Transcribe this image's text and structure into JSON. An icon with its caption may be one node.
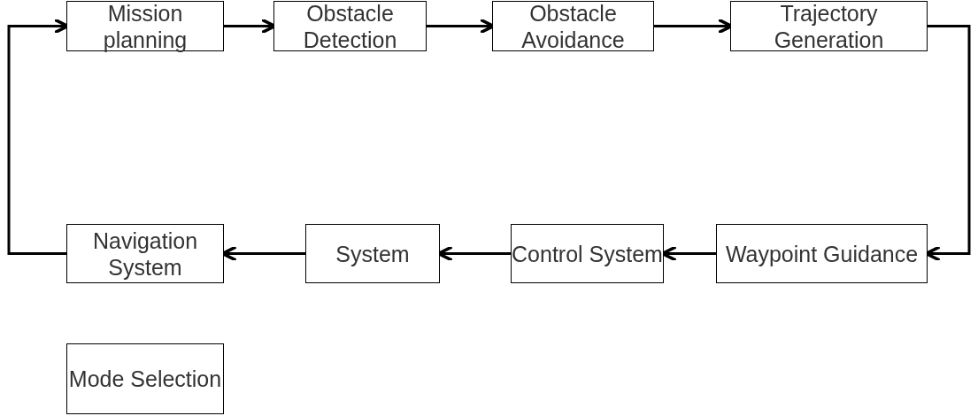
{
  "diagram": {
    "nodes": [
      {
        "text": [
          "Mission planning"
        ]
      },
      {
        "text": [
          "Obstacle Detection"
        ]
      },
      {
        "text": [
          "Obstacle Avoidance"
        ]
      },
      {
        "text": [
          "Trajectory Generation"
        ]
      },
      {
        "text": [
          "Navigation System"
        ]
      },
      {
        "text": [
          "System"
        ]
      },
      {
        "text": [
          "Control System"
        ]
      },
      {
        "text": [
          "Waypoint Guidance"
        ]
      },
      {
        "text": [
          "Mode Selection"
        ]
      }
    ],
    "edges": [
      {
        "from": 0,
        "to": 1,
        "arrow": "to"
      },
      {
        "from": 1,
        "to": 2,
        "arrow": "to"
      },
      {
        "from": 2,
        "to": 3,
        "arrow": "to"
      },
      {
        "from": 3,
        "to": 7,
        "arrow": "to"
      },
      {
        "from": 7,
        "to": 6,
        "arrow": "to"
      },
      {
        "from": 6,
        "to": 5,
        "arrow": "to"
      },
      {
        "from": 5,
        "to": 4,
        "arrow": "to"
      },
      {
        "from": 4,
        "to": 0,
        "arrow": "to"
      }
    ]
  }
}
